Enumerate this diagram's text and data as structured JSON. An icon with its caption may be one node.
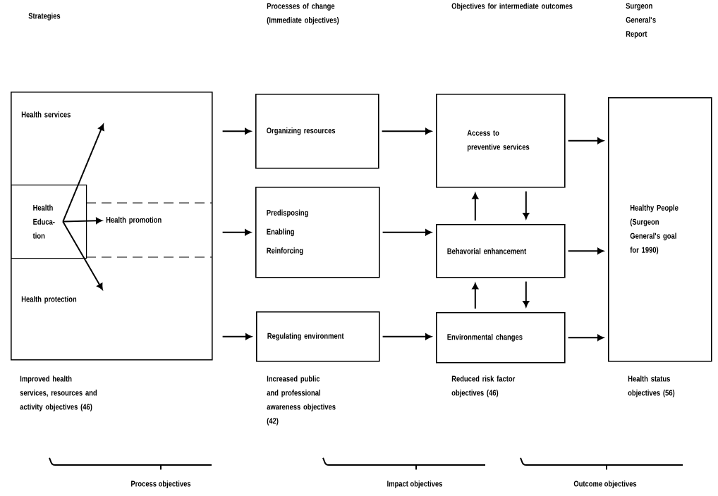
{
  "diagram": {
    "nodes": [
      {
        "text": [],
        "shape": "box"
      },
      {
        "text": [
          "Health services"
        ],
        "in": 0
      },
      {
        "text": [
          "Health Educa- tion"
        ],
        "in": 0
      },
      {
        "text": [
          "Health promotion"
        ],
        "in": 0
      },
      {
        "text": [
          "Health protection"
        ],
        "in": 0
      },
      {
        "text": [
          "Organizing resources"
        ]
      },
      {
        "text": [
          "Predisposing",
          "Enabling",
          "Reinforcing"
        ]
      },
      {
        "text": [
          "Regulating environment"
        ]
      },
      {
        "text": [
          "Access to preventive services"
        ]
      },
      {
        "text": [
          "Behavorial enhancement"
        ]
      },
      {
        "text": [
          "Environmental changes"
        ]
      },
      {
        "text": [
          "Healthy People (Surgeon General's goal for 1990)"
        ]
      }
    ],
    "edges": [
      {
        "from": 2,
        "to": 1,
        "arrow": "to"
      },
      {
        "from": 2,
        "to": 3,
        "arrow": "to"
      },
      {
        "from": 2,
        "to": 4,
        "arrow": "to"
      },
      {
        "from": 0,
        "to": 5,
        "arrow": "to"
      },
      {
        "from": 0,
        "to": 6,
        "arrow": "to"
      },
      {
        "from": 0,
        "to": 7,
        "arrow": "to"
      },
      {
        "from": 5,
        "to": 8,
        "arrow": "to"
      },
      {
        "from": 6,
        "to": 9,
        "arrow": "to"
      },
      {
        "from": 7,
        "to": 10,
        "arrow": "to"
      },
      {
        "from": 9,
        "to": 8,
        "arrow": "to"
      },
      {
        "from": 8,
        "to": 9,
        "arrow": "to"
      },
      {
        "from": 10,
        "to": 9,
        "arrow": "to"
      },
      {
        "from": 9,
        "to": 10,
        "arrow": "to"
      },
      {
        "from": 8,
        "to": 11,
        "arrow": "to"
      },
      {
        "from": 9,
        "to": 11,
        "arrow": "to"
      },
      {
        "from": 10,
        "to": 11,
        "arrow": "to"
      }
    ],
    "labels": [
      "Strategies",
      "Processes of change (Immediate objectives)",
      "Objectives for intermediate outcomes",
      "Surgeon General's Report",
      "Improved health services, resources and activity objectives (46)",
      "Increased public and professional awareness objectives (42)",
      "Reduced risk factor objectives (46)",
      "Health status objectives (56)",
      "Process objectives",
      "Impact objectives",
      "Outcome objectives"
    ]
  }
}
